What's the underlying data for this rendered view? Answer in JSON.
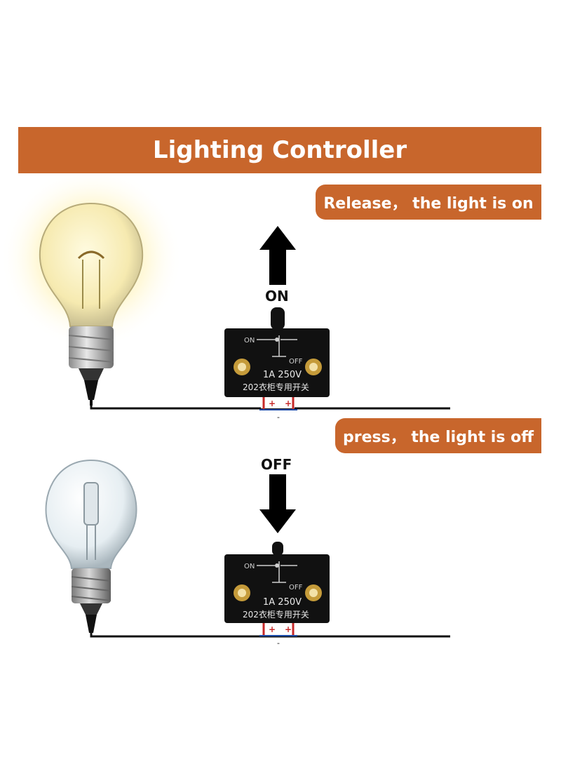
{
  "title": "Lighting Controller",
  "states": {
    "on": {
      "caption": "Release， the light is on",
      "label": "ON"
    },
    "off": {
      "caption": "press， the light is off",
      "label": "OFF"
    }
  },
  "switch": {
    "on_mark": "ON",
    "off_mark": "OFF",
    "rating": "1A 250V",
    "model": "202衣柜专用开关",
    "plus": "+",
    "minus": "-"
  },
  "colors": {
    "banner": "#c8662c",
    "glow": "#fff3a0"
  }
}
